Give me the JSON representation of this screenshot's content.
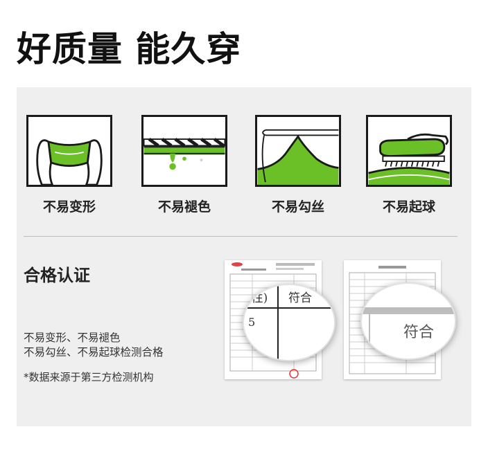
{
  "headline": "好质量 能久穿",
  "features": [
    {
      "label": "不易变形",
      "icon": "stretch-fabric-icon"
    },
    {
      "label": "不易褪色",
      "icon": "color-drip-icon"
    },
    {
      "label": "不易勾丝",
      "icon": "snag-hook-icon"
    },
    {
      "label": "不易起球",
      "icon": "pilling-brush-icon"
    }
  ],
  "certification": {
    "title": "合格认证",
    "desc_line1": "不易变形、不易褪色",
    "desc_line2": "不易勾丝、不易起球检测合格",
    "note": "*数据来源于第三方检测机构",
    "report1_zoom": {
      "left_text": "(性)",
      "right_text": "符合",
      "number": "5"
    },
    "report2_zoom": {
      "text": "符合"
    }
  },
  "colors": {
    "accent_green": "#6cc027",
    "panel_bg": "#efefef",
    "outline": "#1a1a1a"
  }
}
